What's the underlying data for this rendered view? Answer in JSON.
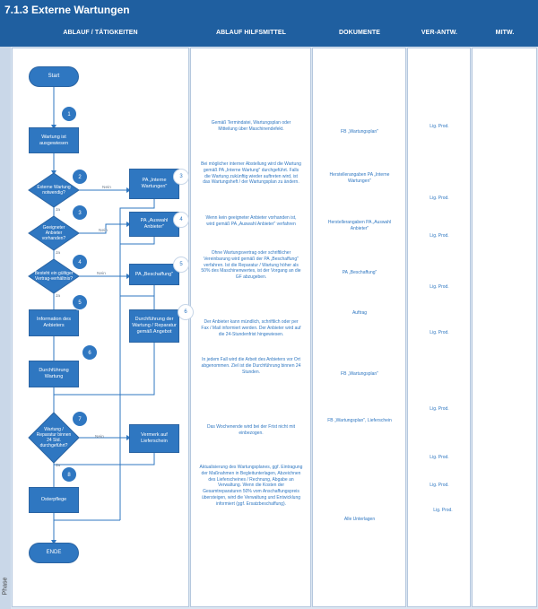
{
  "title": "7.1.3 Externe Wartungen",
  "headers": {
    "ablauf": "ABLAUF / TÄTIGKEITEN",
    "hilfsmittel": "ABLAUF HILFSMITTEL",
    "dokumente": "DOKUMENTE",
    "verantw": "VER-ANTW.",
    "mitw": "MITW."
  },
  "phase_label": "Phase",
  "nodes": {
    "start": "Start",
    "n1": "Wartung ist ausgewiesen",
    "d2": "Externe Wartung notwendig?",
    "d3": "Geeigneter Anbieter vorhanden?",
    "d4": "Besteht ein gültiger Vertrag-verhältnis?",
    "n5": "Information des Anbieters",
    "n6": "Durchführung Wartung",
    "d7": "Wartung / Reparatur binnen 24 Std. durchgeführt?",
    "n8": "Osterpflege",
    "ende": "ENDE",
    "s_intern": "PA „Interne Wartungen\"",
    "s_anbieter": "PA „Auswahl Anbieter\"",
    "s_beschaffung": "PA „Beschaffung\"",
    "s_durchfuehrung": "Durchführung der Wartung / Reparatur gemäß Angebot",
    "s_vermerk": "Vermerk auf Lieferschein"
  },
  "numbers": [
    "1",
    "2",
    "3",
    "4",
    "5",
    "6",
    "7",
    "8",
    "3",
    "4",
    "5",
    "6"
  ],
  "labels": {
    "ja": "Ja",
    "nein": "Nein"
  },
  "hilfsmittel": [
    "Gemäß Termindatei, Wartungsplan oder Mitteilung über Maschinendefekt.",
    "Bei möglicher interner Abstellung wird die Wartung gemäß PA „Interne Wartung\" durchgeführt. Falls die Wartung zukünftig wieder auftreten wird, ist das Wartungsheft / der Wartungsplan zu ändern.",
    "Wenn kein geeigneter Anbieter vorhanden ist, wird gemäß PA „Auswahl Anbieter\" verfahren",
    "Ohne Wartungsvertrag oder schriftlicher Vereinbarung wird gemäß der PA „Beschaffung\" verfahren. Ist die Reparatur / Wartung höher als 50% des Maschinenwertes, ist der Vorgang an die GF abzugeben.",
    "Der Anbieter kann mündlich, schriftlich oder per Fax / Mail informiert werden. Der Anbieter wird auf die 24-Stundenfrist hingewiesen.",
    "In jedem Fall wird die Arbeit des Anbieters vor Ort abgenommen. Ziel ist die Durchführung binnen 24 Stunden.",
    "Das Wochenende wird bei der Frist nicht mit einbezogen.",
    "Aktualisierung des Wartungsplanes, ggf. Eintragung der Maßnahmen in Begleitunterlagen, Abzeichnen des Lieferscheines / Rechnung, Abgabe an Verwaltung. Wenn die Kosten der Gesamtreparaturen 50% vom Anschaffungspreis übersteigen, wird die Verwaltung und Entwicklung informiert (ggf. Ersatzbeschaffung)."
  ],
  "dokumente": [
    "FB „Wartungsplan\"",
    "Herstellerangaben PA „Interne Wartungen\"",
    "Herstellerangaben PA „Auswahl Anbieter\"",
    "PA „Beschaffung\"",
    "Auftrag",
    "FB „Wartungsplan\"",
    "FB „Wartungsplan\", Lieferschein",
    "Alle Unterlagen"
  ],
  "verantw": [
    "Lig. Prod.",
    "Lig. Prod.",
    "Lig. Prod.",
    "Lig. Prod.",
    "Lig. Prod.",
    "Lig. Prod.",
    "Lig. Prod.",
    "Lig. Prod.",
    "Lig. Prod."
  ],
  "colors": {
    "header": "#1f5fa0",
    "shape": "#2f77c1",
    "lane": "#dbe6f2",
    "text": "#2f77c1"
  }
}
